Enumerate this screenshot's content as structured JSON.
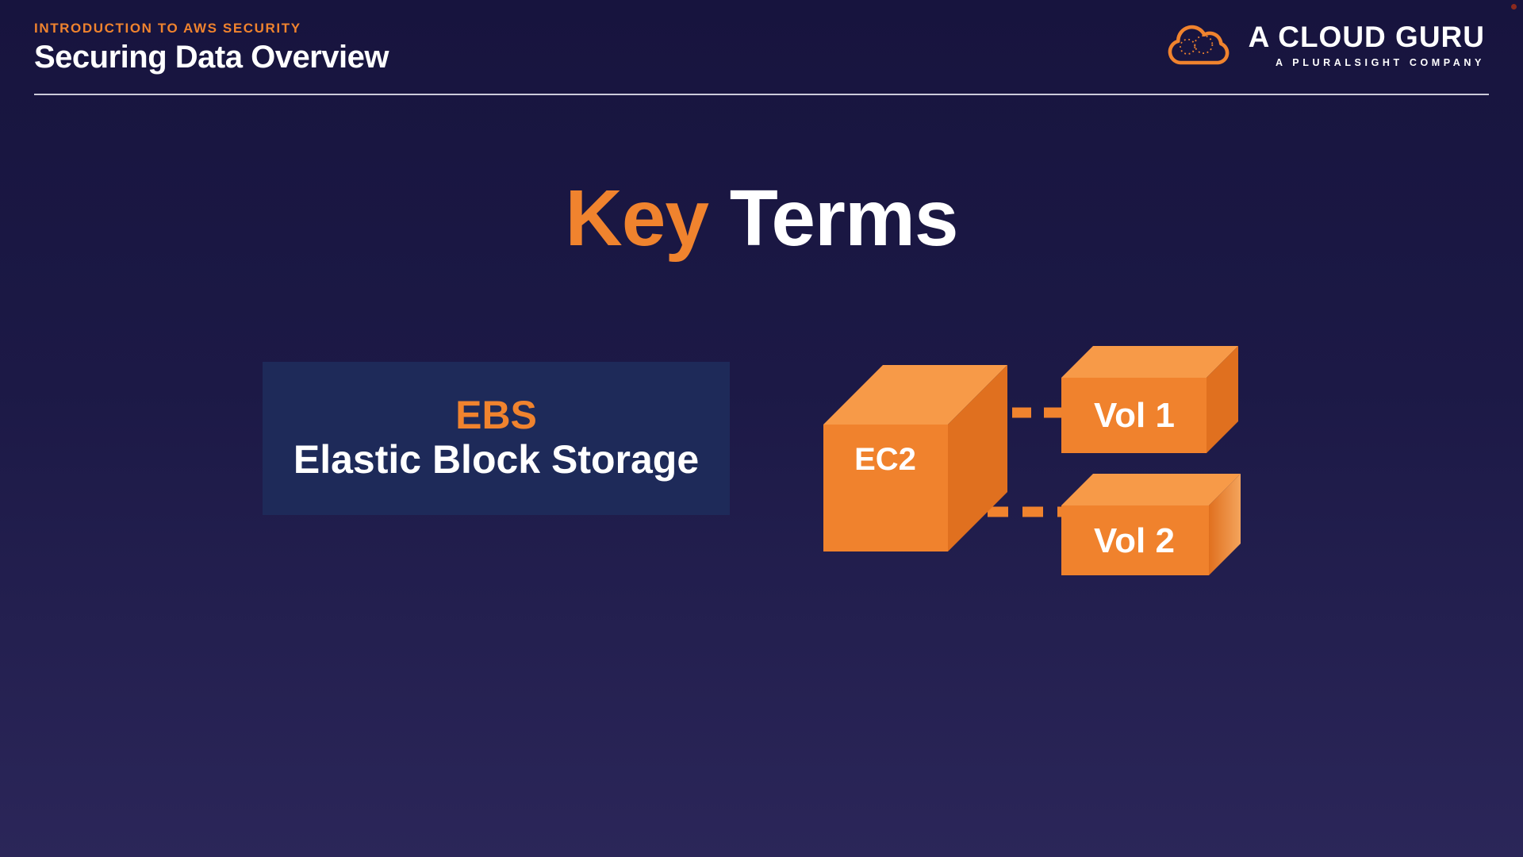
{
  "header": {
    "eyebrow": "INTRODUCTION TO AWS SECURITY",
    "title": "Securing Data Overview"
  },
  "logo": {
    "name": "A CLOUD GURU",
    "subtitle": "A PLURALSIGHT COMPANY"
  },
  "slide": {
    "title_accent": "Key",
    "title_rest": "Terms",
    "term": {
      "abbr": "EBS",
      "full": "Elastic Block Storage"
    }
  },
  "diagram": {
    "ec2_label": "EC2",
    "vol1_label": "Vol 1",
    "vol2_label": "Vol 2",
    "connections": [
      {
        "from": "EC2",
        "to": "Vol 1",
        "style": "dashed"
      },
      {
        "from": "EC2",
        "to": "Vol 2",
        "style": "dashed"
      }
    ]
  },
  "colors": {
    "accent_orange": "#F0832E",
    "cube_front": "#F0822D",
    "cube_top": "#F79A48",
    "cube_side": "#E0701F",
    "background_top": "#17143E",
    "background_bottom": "#2B2659",
    "term_box_bg": "#1E2A59"
  }
}
